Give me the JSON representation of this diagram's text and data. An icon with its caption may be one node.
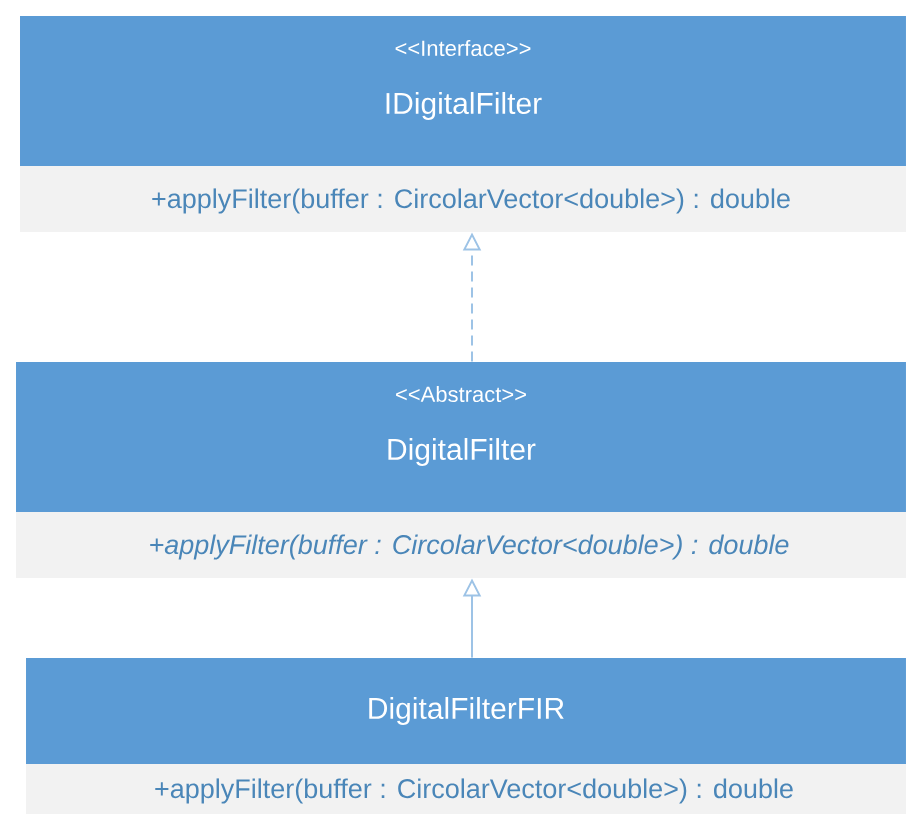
{
  "diagram": {
    "nodes": [
      {
        "text": [
          "<<Interface>>",
          "IDigitalFilter",
          "+applyFilter(buffer : CircolarVector<double>) : double"
        ]
      },
      {
        "text": [
          "<<Abstract>>",
          "DigitalFilter",
          "+applyFilter(buffer : CircolarVector<double>) : double"
        ]
      },
      {
        "text": [
          "DigitalFilterFIR",
          "+applyFilter(buffer : CircolarVector<double>) : double"
        ]
      }
    ],
    "edges": [
      {
        "from": 1,
        "to": 0,
        "arrow": "to",
        "style": "dashed"
      },
      {
        "from": 2,
        "to": 1,
        "arrow": "to"
      }
    ]
  }
}
